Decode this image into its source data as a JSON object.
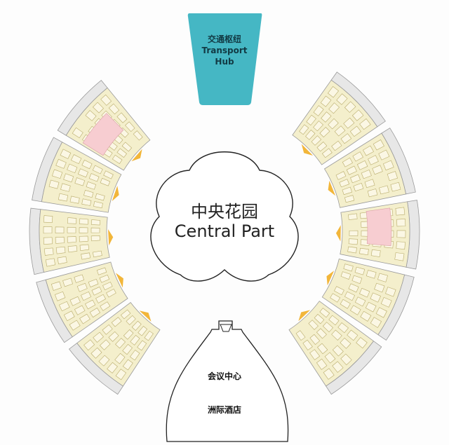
{
  "transport_hub": {
    "label_zh": "交通枢纽",
    "label_en_line1": "Transport",
    "label_en_line2": "Hub",
    "color": "#45b7c4"
  },
  "central_garden": {
    "label_zh": "中央花园",
    "label_en": "Central Part"
  },
  "south_building": {
    "label_conference": "会议中心",
    "label_hotel": "洲际酒店"
  },
  "colors": {
    "hall_fill": "#f4efcc",
    "booth_fill": "#fbf7e4",
    "booth_stroke": "#b9ac6c",
    "highlight": "#f7cdd1",
    "entrance": "#f2b63a",
    "border": "#9a9a9a",
    "corridor": "#e7e7e7"
  }
}
